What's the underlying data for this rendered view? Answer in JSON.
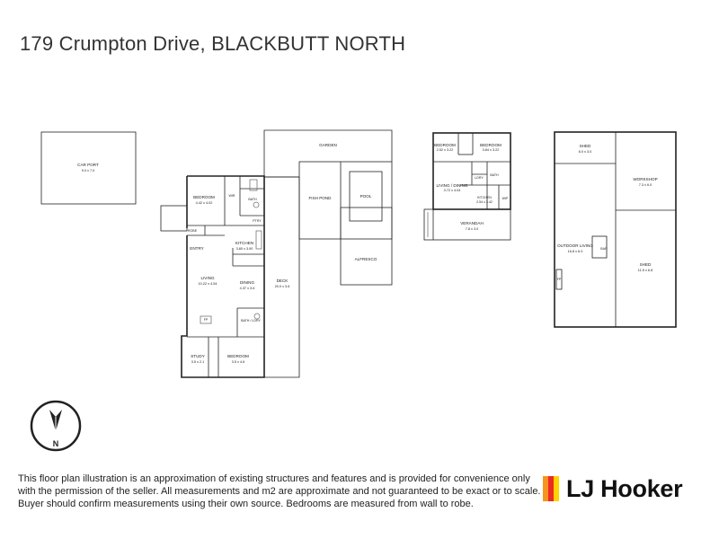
{
  "title": "179 Crumpton Drive, BLACKBUTT NORTH",
  "rooms": {
    "carport": {
      "name": "CAR PORT",
      "dims": "9.0 x 7.0"
    },
    "bedroom1": {
      "name": "BEDROOM",
      "dims": "4.42 x 4.02"
    },
    "wir": {
      "name": "WIR"
    },
    "bath1": {
      "name": "BATH"
    },
    "robe": {
      "name": "ROBE"
    },
    "ptry": {
      "name": "PTRY"
    },
    "kitchen": {
      "name": "KITCHEN",
      "dims": "3.80 x 3.90"
    },
    "entry": {
      "name": "ENTRY"
    },
    "living": {
      "name": "LIVING",
      "dims": "10.22 x 4.54"
    },
    "dining": {
      "name": "DINING",
      "dims": "4.37 x 3.6"
    },
    "deck": {
      "name": "DECK",
      "dims": "20.0 x 3.6"
    },
    "fp": {
      "name": "FP"
    },
    "bath_lndry": {
      "name": "BATH / LDRY"
    },
    "study": {
      "name": "STUDY",
      "dims": "3.5 x 2.1"
    },
    "bedroom2": {
      "name": "BEDROOM",
      "dims": "3.5 x 4.6"
    },
    "garden": {
      "name": "GARDEN"
    },
    "fishpond": {
      "name": "FISH POND"
    },
    "pool": {
      "name": "POOL"
    },
    "alfresco": {
      "name": "ALFRESCO"
    },
    "cabin_bed1": {
      "name": "BEDROOM",
      "dims": "2.52 x 3.22"
    },
    "cabin_bed2": {
      "name": "BEDROOM",
      "dims": "3.84 x 3.22"
    },
    "cabin_living": {
      "name": "LIVING / DINING",
      "dims": "3.72 x 4.04"
    },
    "cabin_lndry": {
      "name": "LDRY"
    },
    "cabin_bath": {
      "name": "BATH"
    },
    "cabin_kitchen": {
      "name": "KITCHEN",
      "dims": "2.54 x 3.42"
    },
    "cabin_wip": {
      "name": "WIP"
    },
    "verandah": {
      "name": "VERANDAH",
      "dims": "7.8 x 3.0"
    },
    "shed_small": {
      "name": "SHED",
      "dims": "6.0 x 3.0"
    },
    "workshop": {
      "name": "WORKSHOP",
      "dims": "7.3 x 6.0"
    },
    "outdoor_living": {
      "name": "OUTDOOR LIVING",
      "dims": "16.8 x 6.0"
    },
    "bar": {
      "name": "BAR"
    },
    "shed_large": {
      "name": "SHED",
      "dims": "11.5 x 6.8"
    },
    "shed_fp": {
      "name": "FP"
    }
  },
  "compass": {
    "label": "N"
  },
  "disclaimer": "This floor plan illustration is an approximation of existing structures and features and is provided for convenience only with the permission of the seller. All measurements and m2 are approximate and not guaranteed to be exact or to scale. Buyer should confirm measurements using their own source. Bedrooms are measured from wall to robe.",
  "logo": {
    "text": "LJ Hooker",
    "colors": [
      "#f7941d",
      "#ee2a24",
      "#ffd200"
    ]
  }
}
